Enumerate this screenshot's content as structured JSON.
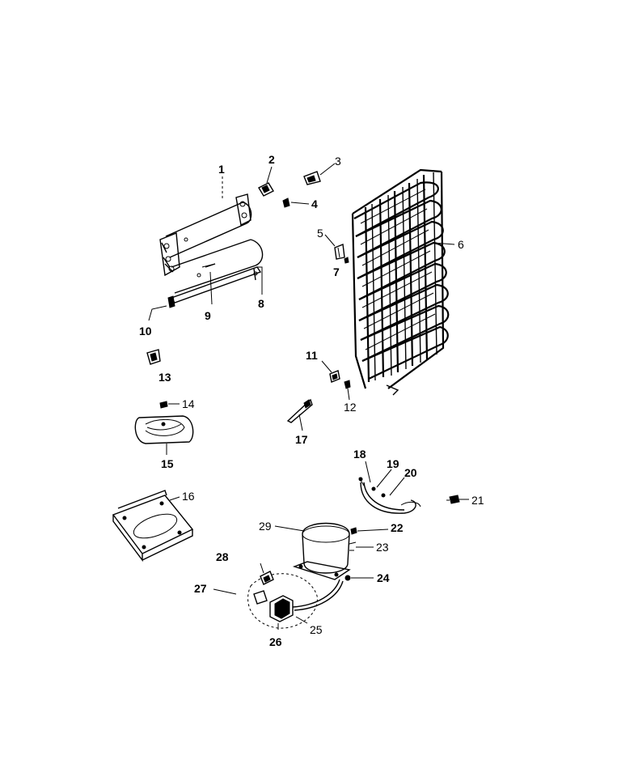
{
  "parts": [
    {
      "id": "1",
      "label": "1"
    },
    {
      "id": "2",
      "label": "2"
    },
    {
      "id": "3",
      "label": "3"
    },
    {
      "id": "4",
      "label": "4"
    },
    {
      "id": "5",
      "label": "5"
    },
    {
      "id": "6",
      "label": "6"
    },
    {
      "id": "7",
      "label": "7"
    },
    {
      "id": "8",
      "label": "8"
    },
    {
      "id": "9",
      "label": "9"
    },
    {
      "id": "10",
      "label": "10"
    },
    {
      "id": "11",
      "label": "11"
    },
    {
      "id": "12",
      "label": "12"
    },
    {
      "id": "13",
      "label": "13"
    },
    {
      "id": "14",
      "label": "14"
    },
    {
      "id": "15",
      "label": "15"
    },
    {
      "id": "16",
      "label": "16"
    },
    {
      "id": "17",
      "label": "17"
    },
    {
      "id": "18",
      "label": "18"
    },
    {
      "id": "19",
      "label": "19"
    },
    {
      "id": "20",
      "label": "20"
    },
    {
      "id": "21",
      "label": "21"
    },
    {
      "id": "22",
      "label": "22"
    },
    {
      "id": "23",
      "label": "23"
    },
    {
      "id": "24",
      "label": "24"
    },
    {
      "id": "25",
      "label": "25"
    },
    {
      "id": "26",
      "label": "26"
    },
    {
      "id": "27",
      "label": "27"
    },
    {
      "id": "28",
      "label": "28"
    },
    {
      "id": "29",
      "label": "29"
    }
  ]
}
